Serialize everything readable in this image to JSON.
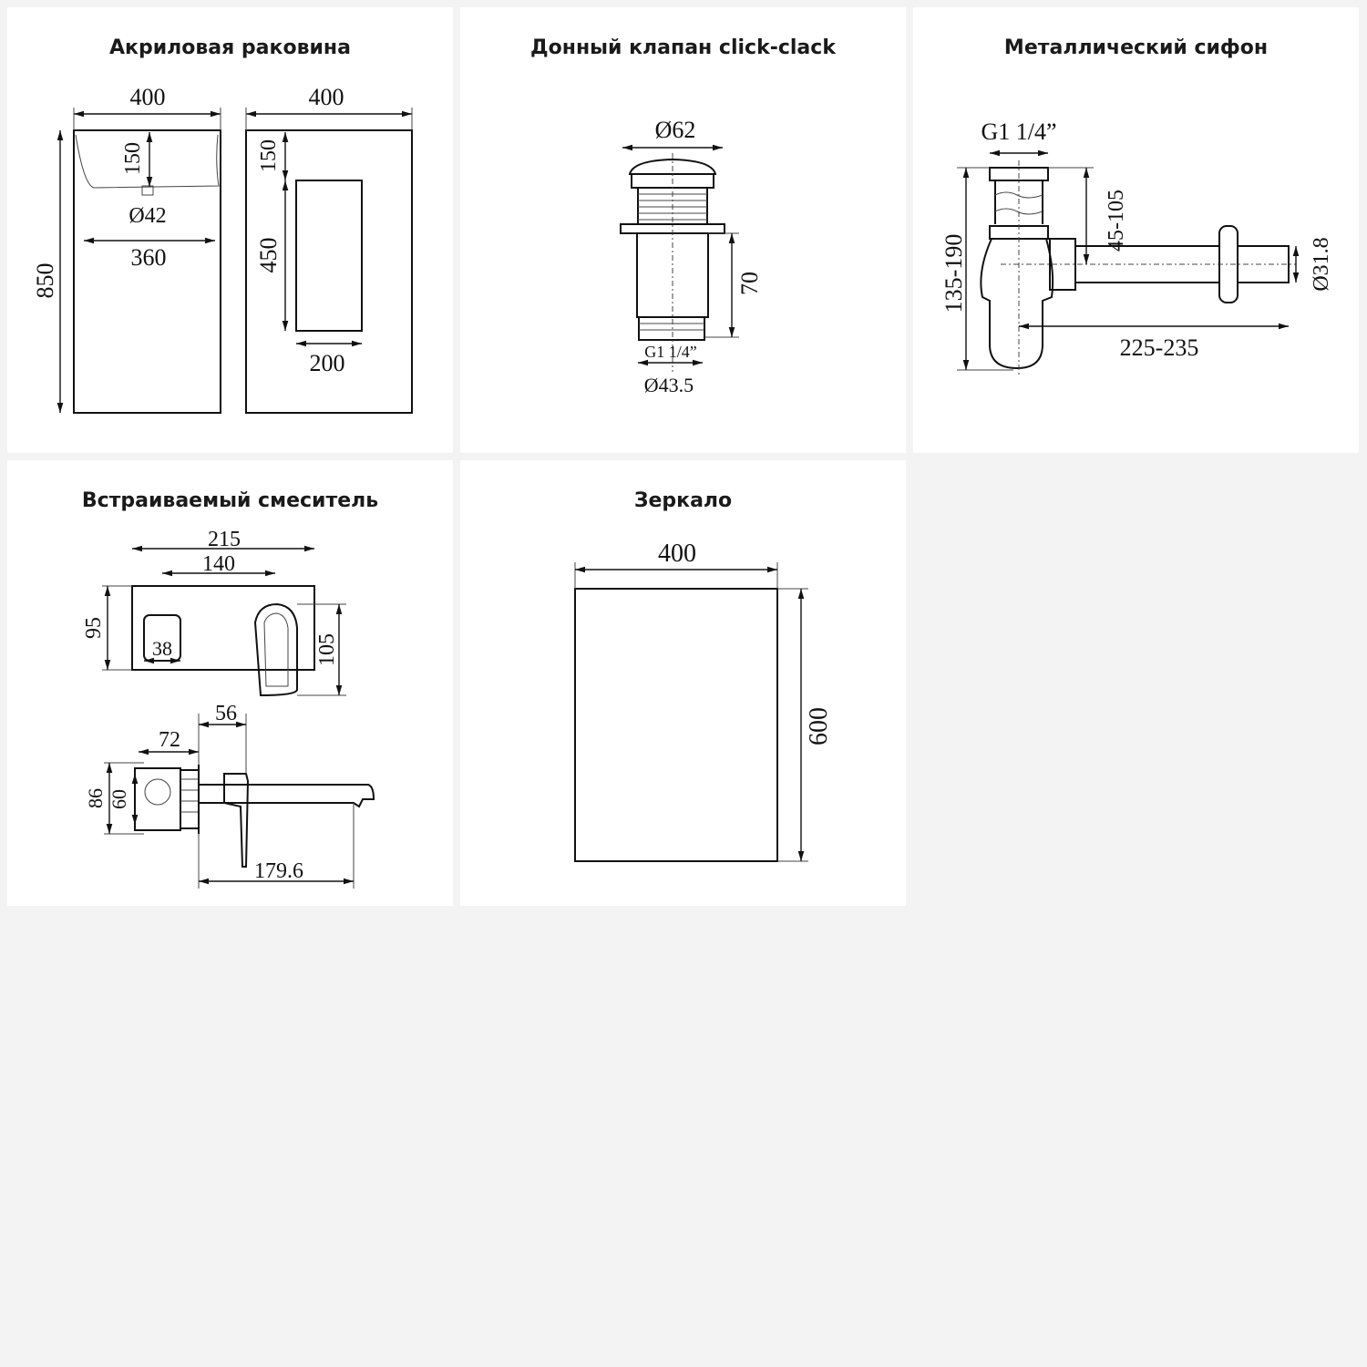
{
  "colors": {
    "page_background": "#f3f3f3",
    "panel_background": "#ffffff",
    "line": "#111111"
  },
  "panels": [
    {
      "title": "Акриловая раковина",
      "dims": {
        "front_width": "400",
        "side_width": "400",
        "height": "850",
        "bowl_depth": "150",
        "drain_diameter": "Ø42",
        "inner_width": "360",
        "side_top": "150",
        "niche_height": "450",
        "niche_width": "200"
      }
    },
    {
      "title": "Донный клапан click-clack",
      "dims": {
        "cap_diameter": "Ø62",
        "height": "70",
        "thread": "G1 1/4”",
        "pipe_diameter": "Ø43.5"
      }
    },
    {
      "title": "Металлический сифон",
      "dims": {
        "thread": "G1 1/4”",
        "height": "135-190",
        "inlet_range": "45-105",
        "pipe_diameter": "Ø31.8",
        "outlet_length": "225-235"
      }
    },
    {
      "title": "Встраиваемый смеситель",
      "dims": {
        "width": "215",
        "axis_distance": "140",
        "plate_height": "95",
        "spout_height": "105",
        "lever_width": "38",
        "body_depth": "56",
        "projection": "72",
        "flange": "86",
        "body": "60",
        "spout_length": "179.6"
      }
    },
    {
      "title": "Зеркало",
      "dims": {
        "width": "400",
        "height": "600"
      }
    }
  ]
}
